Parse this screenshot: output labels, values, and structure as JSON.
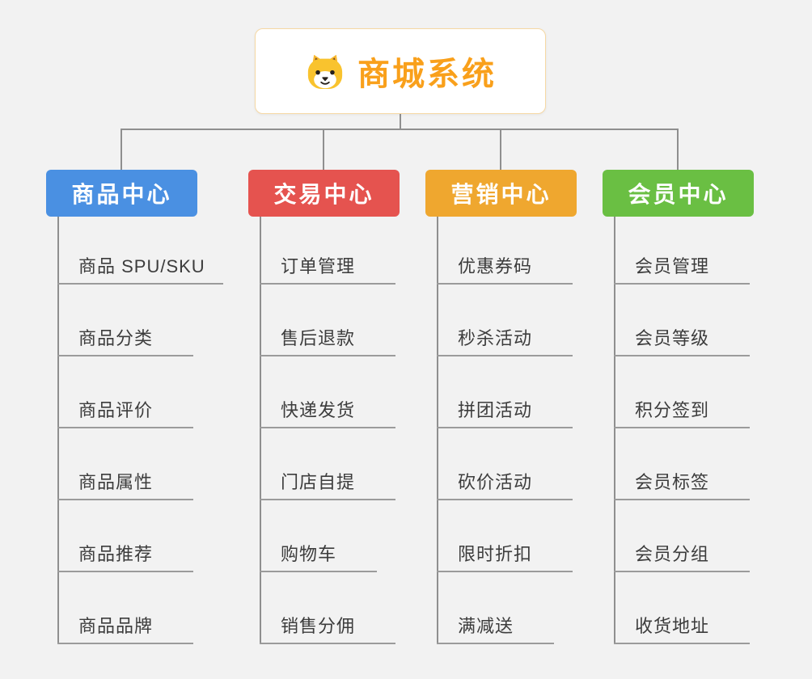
{
  "root": {
    "title": "商城系统",
    "icon": "dog-icon"
  },
  "colors": {
    "accent": "#f9a01b",
    "connector": "#8f8f8f"
  },
  "branches": [
    {
      "label": "商品中心",
      "color": "#4a90e2",
      "children": [
        "商品 SPU/SKU",
        "商品分类",
        "商品评价",
        "商品属性",
        "商品推荐",
        "商品品牌"
      ]
    },
    {
      "label": "交易中心",
      "color": "#e5534f",
      "children": [
        "订单管理",
        "售后退款",
        "快递发货",
        "门店自提",
        "购物车",
        "销售分佣"
      ]
    },
    {
      "label": "营销中心",
      "color": "#efa72f",
      "children": [
        "优惠券码",
        "秒杀活动",
        "拼团活动",
        "砍价活动",
        "限时折扣",
        "满减送"
      ]
    },
    {
      "label": "会员中心",
      "color": "#6abf43",
      "children": [
        "会员管理",
        "会员等级",
        "积分签到",
        "会员标签",
        "会员分组",
        "收货地址"
      ]
    }
  ]
}
